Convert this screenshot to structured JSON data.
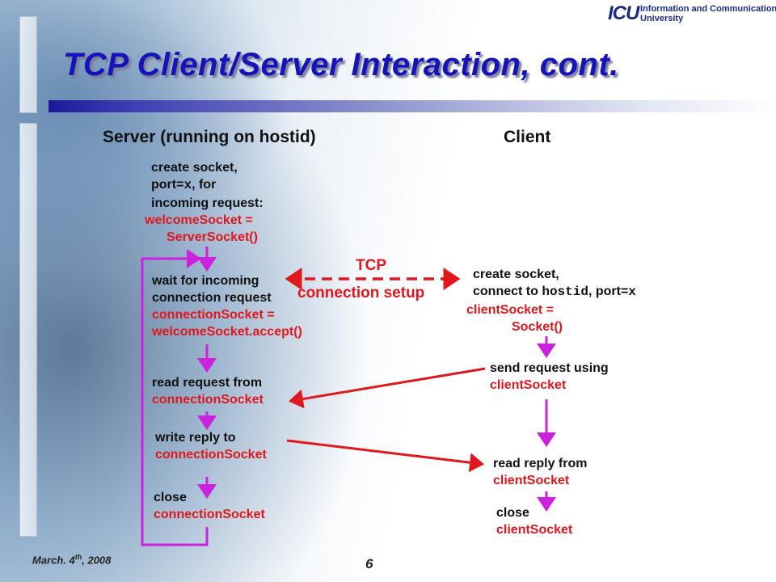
{
  "slide": {
    "title": "TCP Client/Server Interaction, cont.",
    "logo": {
      "mark": "ICU",
      "line1": "Information and Communications",
      "line2": "University"
    },
    "server_header": "Server (running on hostid)",
    "client_header": "Client",
    "server_steps": {
      "create": {
        "line1": "create socket,",
        "line2_pre": "port=",
        "line2_var": "x",
        "line2_post": ", for",
        "line3": "incoming request:",
        "code1": "welcomeSocket =",
        "code2": "ServerSocket()"
      },
      "wait": {
        "line1": "wait for incoming",
        "line2": "connection request",
        "code1": "connectionSocket =",
        "code2": "welcomeSocket.accept()"
      },
      "read": {
        "line1": "read request from",
        "code1": "connectionSocket"
      },
      "write": {
        "line1": "write reply to",
        "code1": "connectionSocket"
      },
      "close": {
        "line1": "close",
        "code1": "connectionSocket"
      }
    },
    "tcp_label": {
      "line1": "TCP",
      "line2": "connection setup"
    },
    "client_steps": {
      "create": {
        "line1": "create socket,",
        "line2_pre": "connect to ",
        "line2_host": "hostid",
        "line2_mid": ", port=",
        "line2_var": "x",
        "code1": "clientSocket =",
        "code2": "Socket()"
      },
      "send": {
        "line1": "send request using",
        "code1": "clientSocket"
      },
      "read": {
        "line1": "read reply from",
        "code1": "clientSocket"
      },
      "close": {
        "line1": "close",
        "code1": "clientSocket"
      }
    },
    "footer": {
      "date_pre": "March. 4",
      "date_sup": "th",
      "date_post": ", 2008",
      "page": "6"
    },
    "colors": {
      "title": "#1414b8",
      "code": "#e0171c",
      "arrow_purple": "#cc22dd",
      "arrow_red": "#e0171c"
    }
  }
}
